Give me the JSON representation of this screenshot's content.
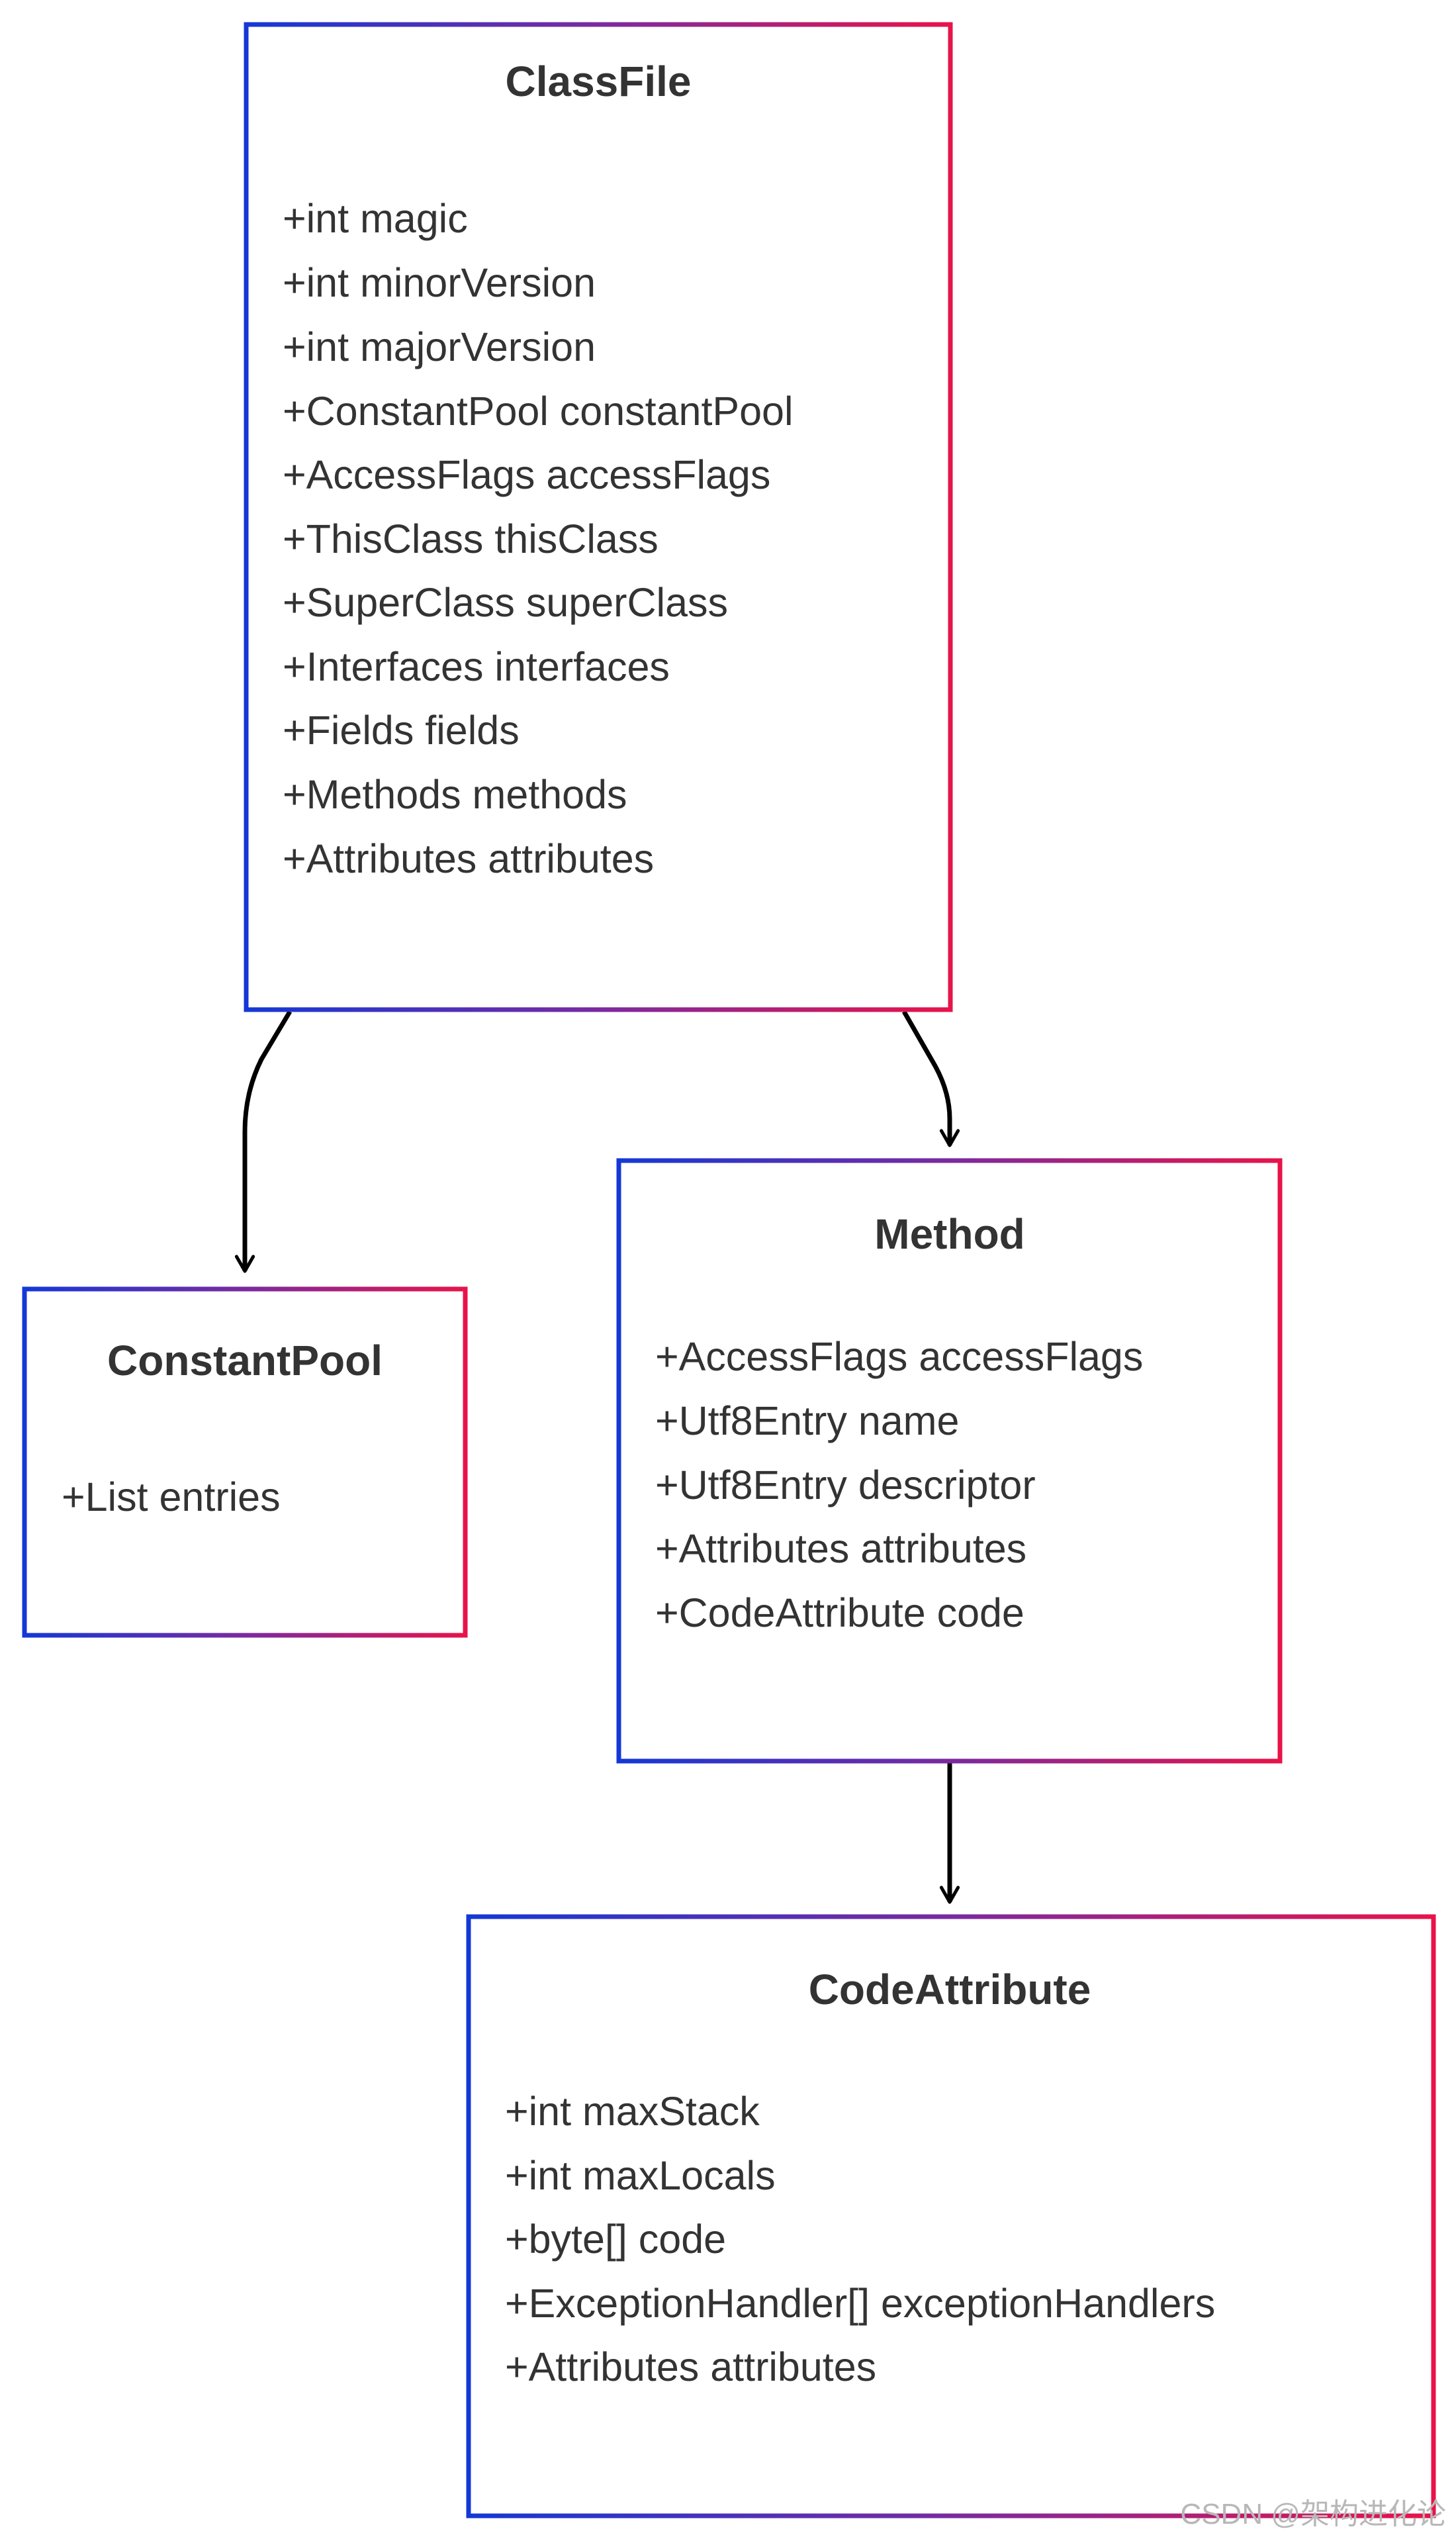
{
  "classes": {
    "class_file": {
      "name": "ClassFile",
      "attributes": [
        "+int magic",
        "+int minorVersion",
        "+int majorVersion",
        "+ConstantPool constantPool",
        "+AccessFlags accessFlags",
        "+ThisClass thisClass",
        "+SuperClass superClass",
        "+Interfaces interfaces",
        "+Fields fields",
        "+Methods methods",
        "+Attributes attributes"
      ]
    },
    "constant_pool": {
      "name": "ConstantPool",
      "attributes": [
        "+List entries"
      ]
    },
    "method": {
      "name": "Method",
      "attributes": [
        "+AccessFlags accessFlags",
        "+Utf8Entry name",
        "+Utf8Entry descriptor",
        "+Attributes attributes",
        "+CodeAttribute code"
      ]
    },
    "code_attribute": {
      "name": "CodeAttribute",
      "attributes": [
        "+int maxStack",
        "+int maxLocals",
        "+byte[] code",
        "+ExceptionHandler[] exceptionHandlers",
        "+Attributes attributes"
      ]
    }
  },
  "relations": [
    {
      "from": "ClassFile",
      "to": "ConstantPool"
    },
    {
      "from": "ClassFile",
      "to": "Method"
    },
    {
      "from": "Method",
      "to": "CodeAttribute"
    }
  ],
  "colors": {
    "gradient_start": "#1438d6",
    "gradient_end": "#e8134a",
    "text": "#333333",
    "arrow": "#000000"
  },
  "watermark": "CSDN @架构进化论"
}
